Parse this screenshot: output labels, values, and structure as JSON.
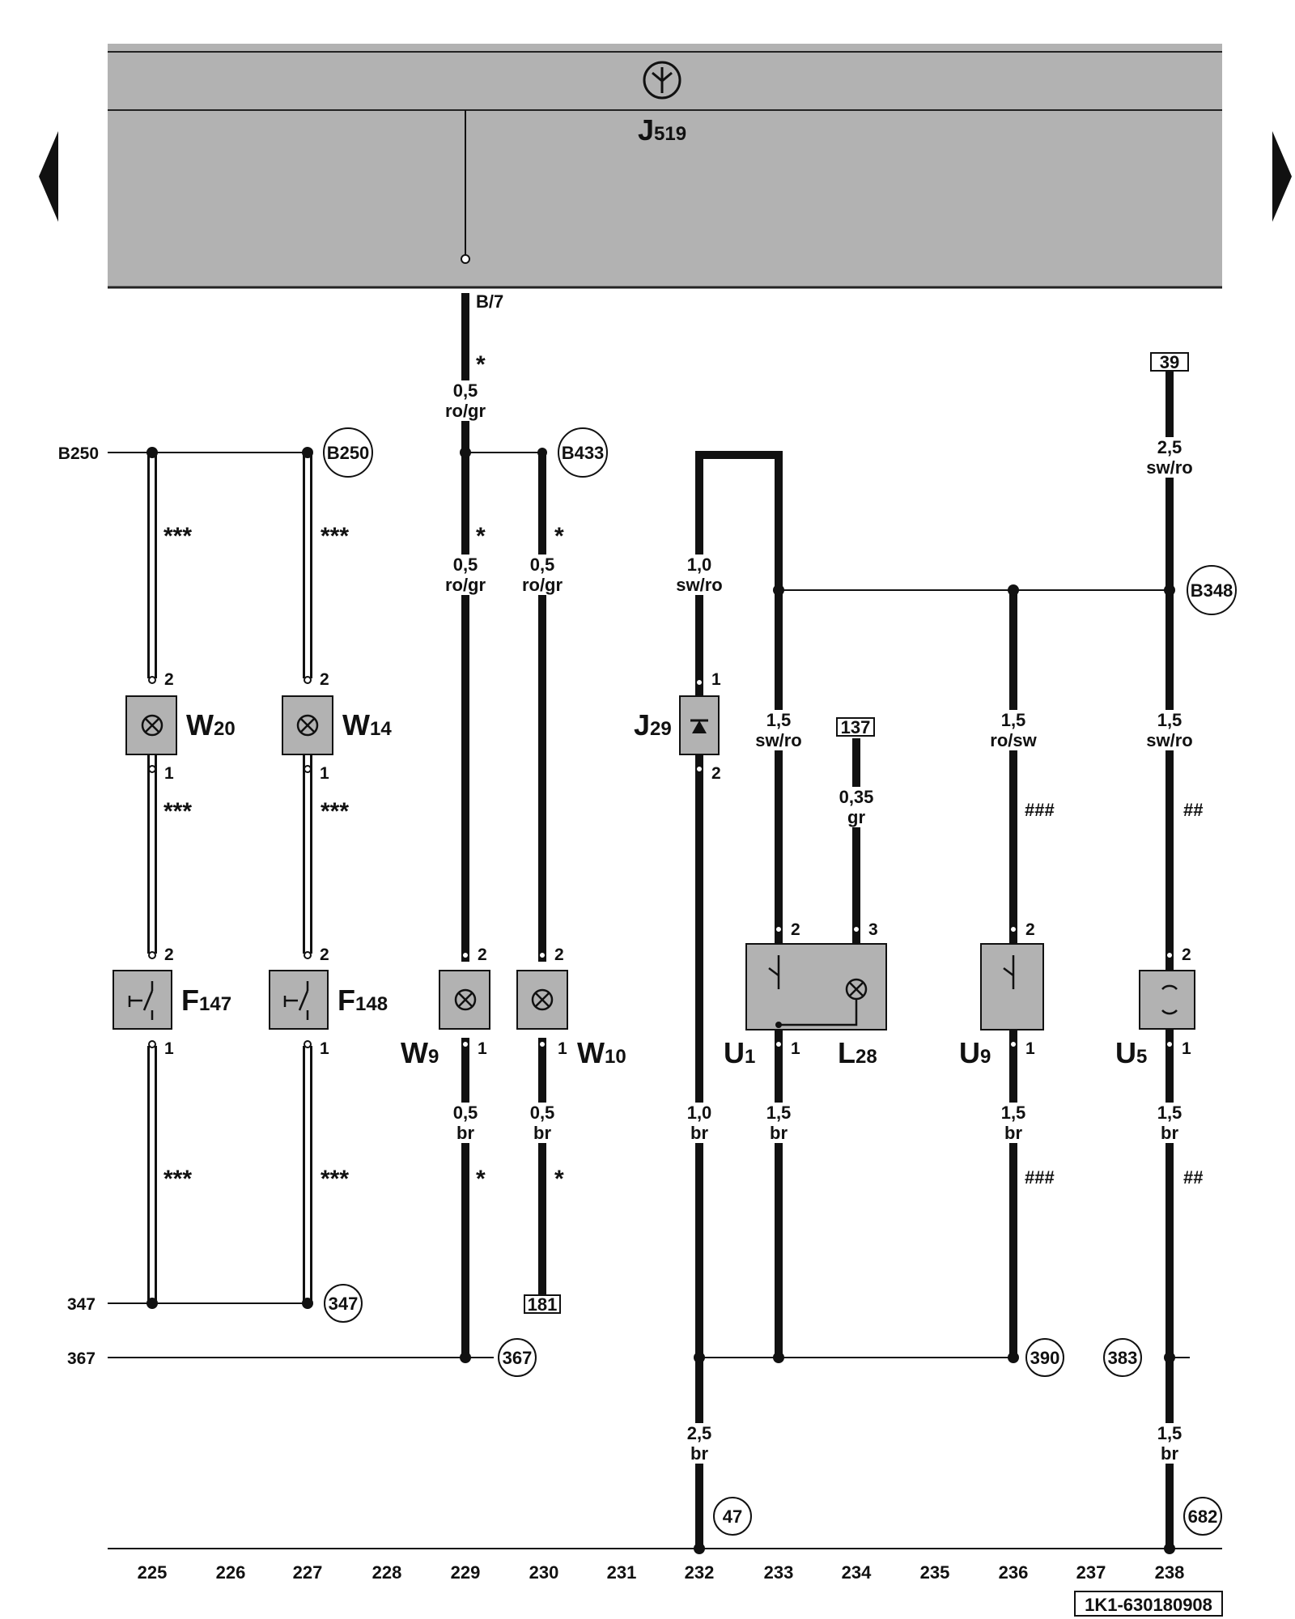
{
  "control_unit": {
    "name": "J",
    "sub": "519",
    "connector": "B/7"
  },
  "nav": {
    "prev": "previous-page",
    "next": "next-page"
  },
  "left_refs": {
    "top": "B250",
    "mid": "347",
    "bot": "367"
  },
  "components": {
    "W20": {
      "name": "W",
      "sub": "20"
    },
    "W14": {
      "name": "W",
      "sub": "14"
    },
    "F147": {
      "name": "F",
      "sub": "147"
    },
    "F148": {
      "name": "F",
      "sub": "148"
    },
    "W9": {
      "name": "W",
      "sub": "9"
    },
    "W10": {
      "name": "W",
      "sub": "10"
    },
    "J29": {
      "name": "J",
      "sub": "29"
    },
    "U1": {
      "name": "U",
      "sub": "1"
    },
    "L28": {
      "name": "L",
      "sub": "28"
    },
    "U9": {
      "name": "U",
      "sub": "9"
    },
    "U5": {
      "name": "U",
      "sub": "5"
    }
  },
  "circles": {
    "b250": "B250",
    "b433": "B433",
    "b348": "B348",
    "c347": "347",
    "c367": "367",
    "c390": "390",
    "c383": "383",
    "c47": "47",
    "c682": "682"
  },
  "boxes": {
    "b39": "39",
    "b137": "137",
    "b181": "181"
  },
  "wires": {
    "w229_top": [
      "0,5",
      "ro/gr"
    ],
    "w229_mid": [
      "0,5",
      "ro/gr"
    ],
    "w230_mid": [
      "0,5",
      "ro/gr"
    ],
    "w229_bot": [
      "0,5",
      "br"
    ],
    "w230_bot": [
      "0,5",
      "br"
    ],
    "w232_top": [
      "1,0",
      "sw/ro"
    ],
    "w232_bot": [
      "1,0",
      "br"
    ],
    "w232_low": [
      "2,5",
      "br"
    ],
    "w233_mid": [
      "1,5",
      "sw/ro"
    ],
    "w233_bot": [
      "1,5",
      "br"
    ],
    "w234_mid": [
      "0,35",
      "gr"
    ],
    "w236_mid": [
      "1,5",
      "ro/sw"
    ],
    "w236_bot": [
      "1,5",
      "br"
    ],
    "w238_top": [
      "2,5",
      "sw/ro"
    ],
    "w238_mid": [
      "1,5",
      "sw/ro"
    ],
    "w238_bot": [
      "1,5",
      "br"
    ],
    "w238_low": [
      "1,5",
      "br"
    ]
  },
  "markers": {
    "one": "*",
    "three": "***",
    "two_hash": "##",
    "three_hash": "###"
  },
  "pins": {
    "one": "1",
    "two": "2",
    "three": "3"
  },
  "axis": [
    "225",
    "226",
    "227",
    "228",
    "229",
    "230",
    "231",
    "232",
    "233",
    "234",
    "235",
    "236",
    "237",
    "238"
  ],
  "doc_id": "1K1-630180908"
}
